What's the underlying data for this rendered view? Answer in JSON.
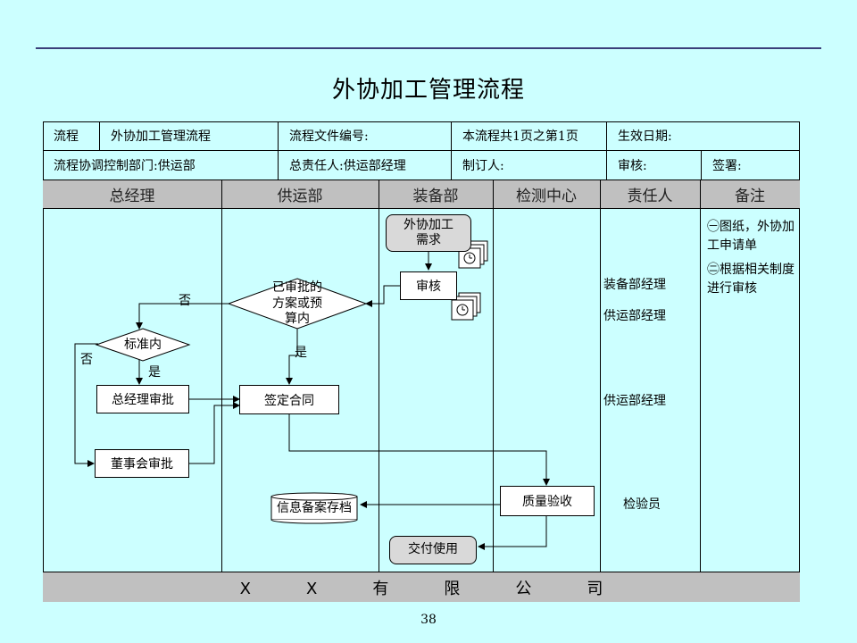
{
  "page_title": "外协加工管理流程",
  "header": {
    "row1": {
      "flow_label": "流程",
      "flow_name": "外协加工管理流程",
      "doc_no": "流程文件编号:",
      "pages": "本流程共1页之第1页",
      "effective_date": "生效日期:"
    },
    "row2": {
      "dept": "流程协调控制部门:供运部",
      "owner": "总责任人:供运部经理",
      "maker": "制订人:",
      "reviewer": "审核:",
      "signer": "签署:"
    }
  },
  "lanes": [
    "总经理",
    "供运部",
    "装备部",
    "检测中心",
    "责任人",
    "备注"
  ],
  "nodes": {
    "demand": "外协加工\n需求",
    "review": "审核",
    "approved_q": "已审批的\n方案或预\n算内",
    "in_standard_q": "标准内",
    "gm_approve": "总经理审批",
    "sign_contract": "签定合同",
    "board_approve": "董事会审批",
    "archive": "信息备案存档",
    "quality_check": "质量验收",
    "deliver": "交付使用"
  },
  "edge_labels": {
    "no_1": "否",
    "no_2": "否",
    "yes_1": "是",
    "yes_2": "是"
  },
  "responsible": [
    "装备部经理",
    "供运部经理",
    "供运部经理",
    "检验员"
  ],
  "notes": [
    "㊀图纸，外协加工申请单",
    "㊁根据相关制度进行审核"
  ],
  "footer": "XX有限公司",
  "page_number": "38"
}
